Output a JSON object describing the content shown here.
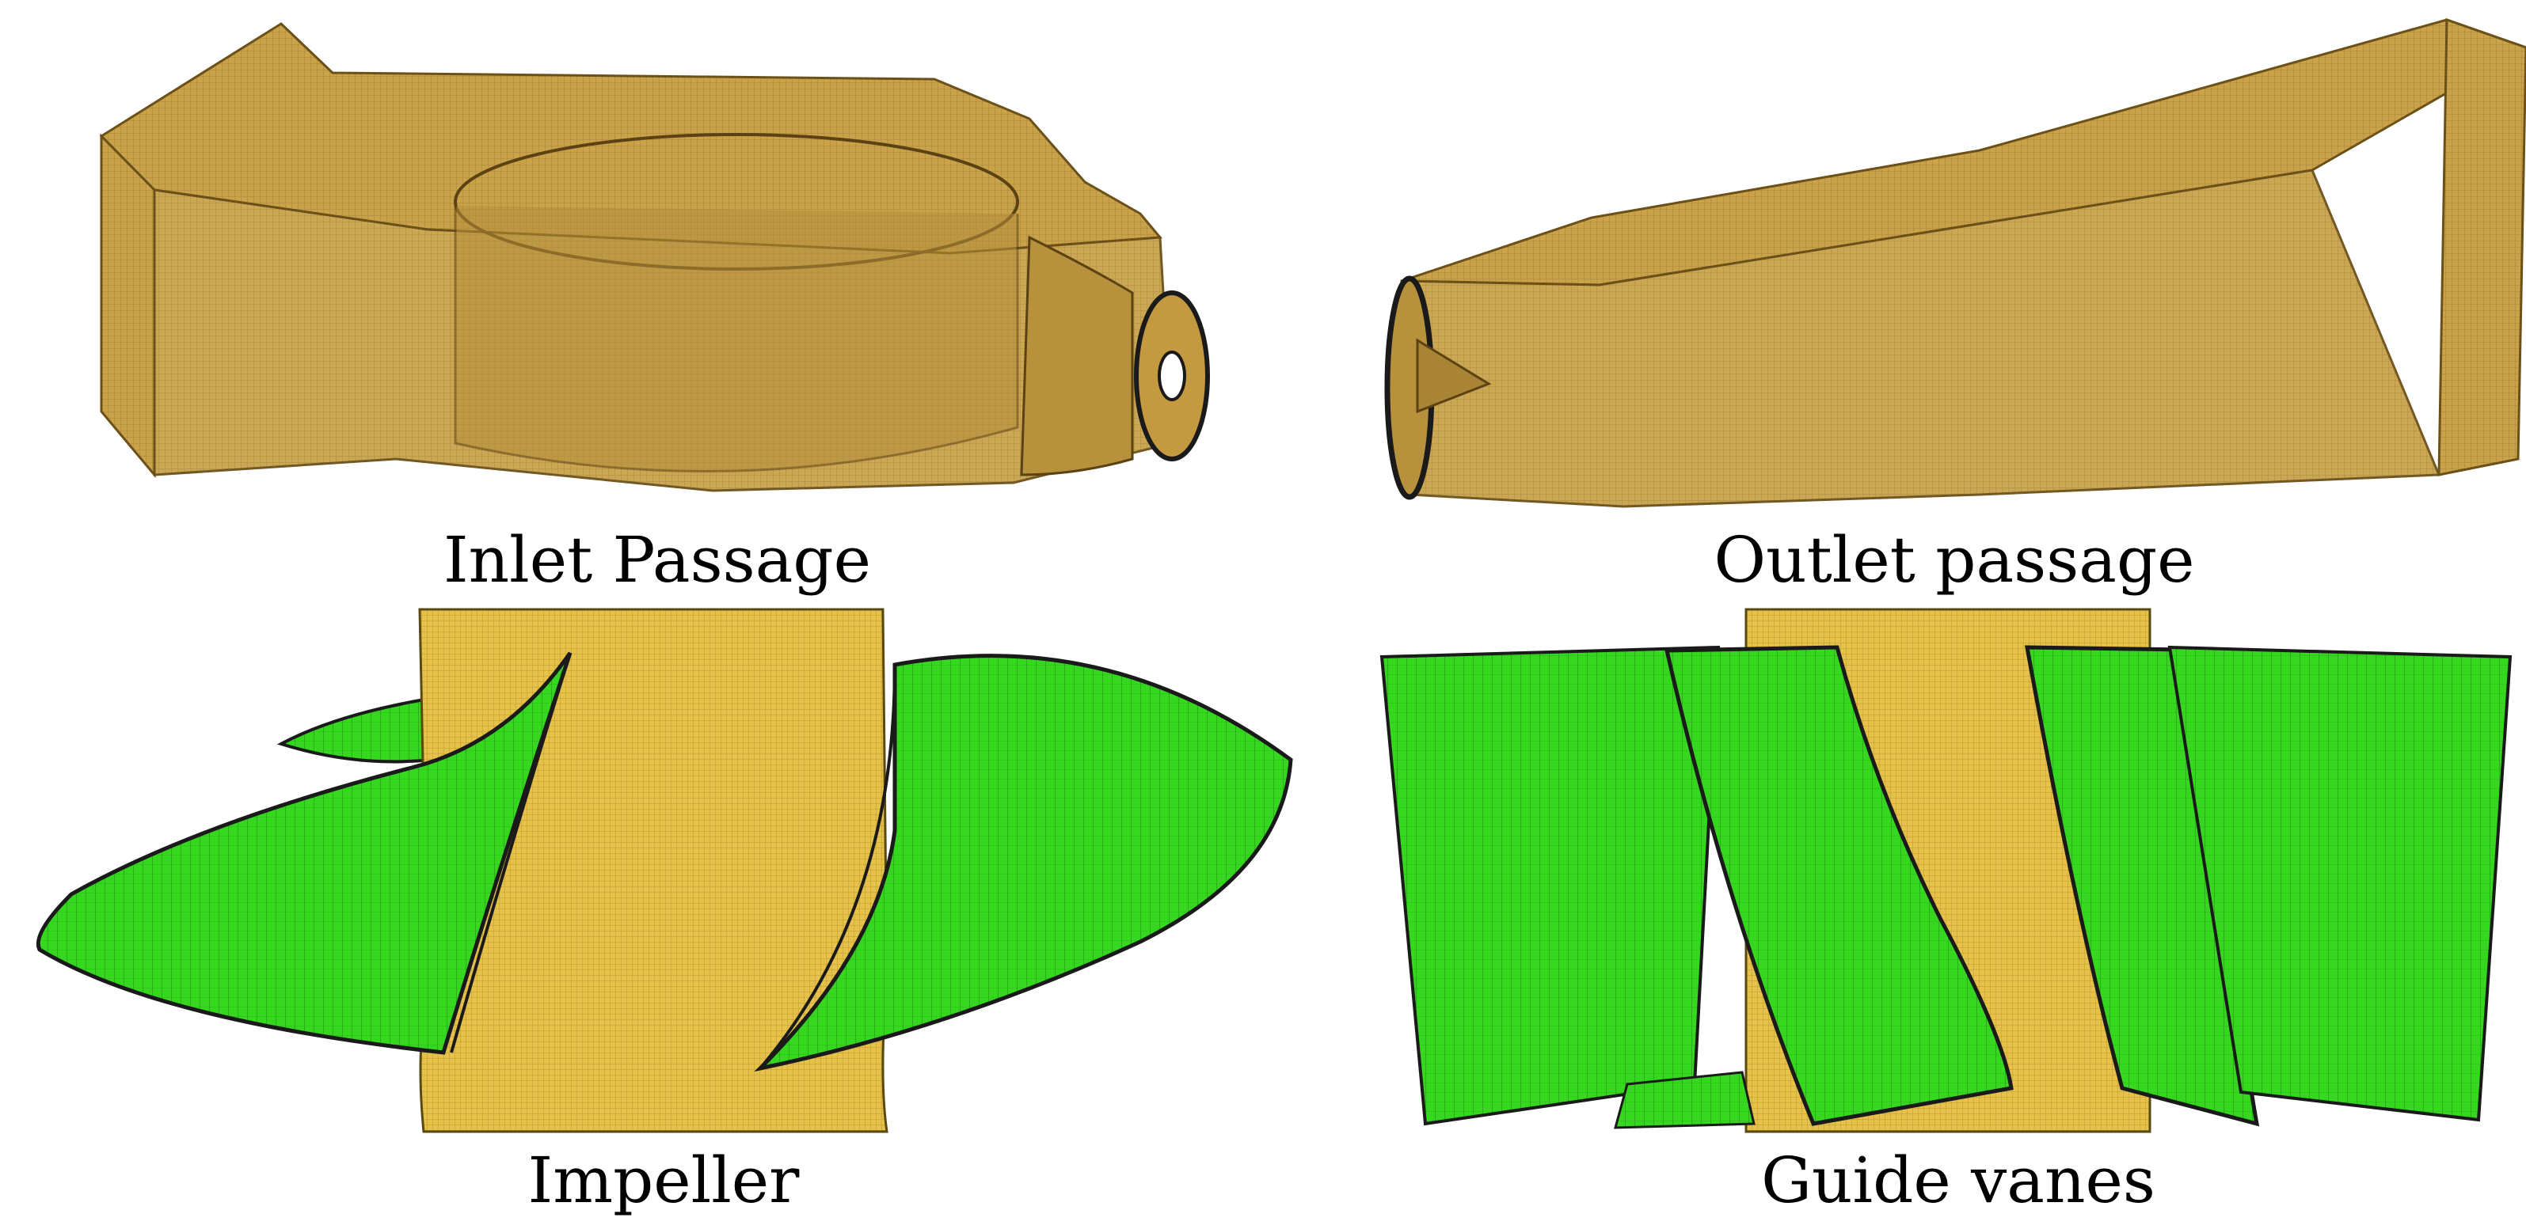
{
  "captions": {
    "inlet": "Inlet Passage",
    "outlet": "Outlet passage",
    "impeller": "Impeller",
    "guide_vanes": "Guide vanes"
  },
  "colors": {
    "passage_fill": "#c9a24a",
    "passage_dark": "#8a6a22",
    "hub_fill": "#e8c64a",
    "blade_fill": "#33d61f",
    "blade_dark": "#1f9a10",
    "edge": "#1a1a1a"
  }
}
